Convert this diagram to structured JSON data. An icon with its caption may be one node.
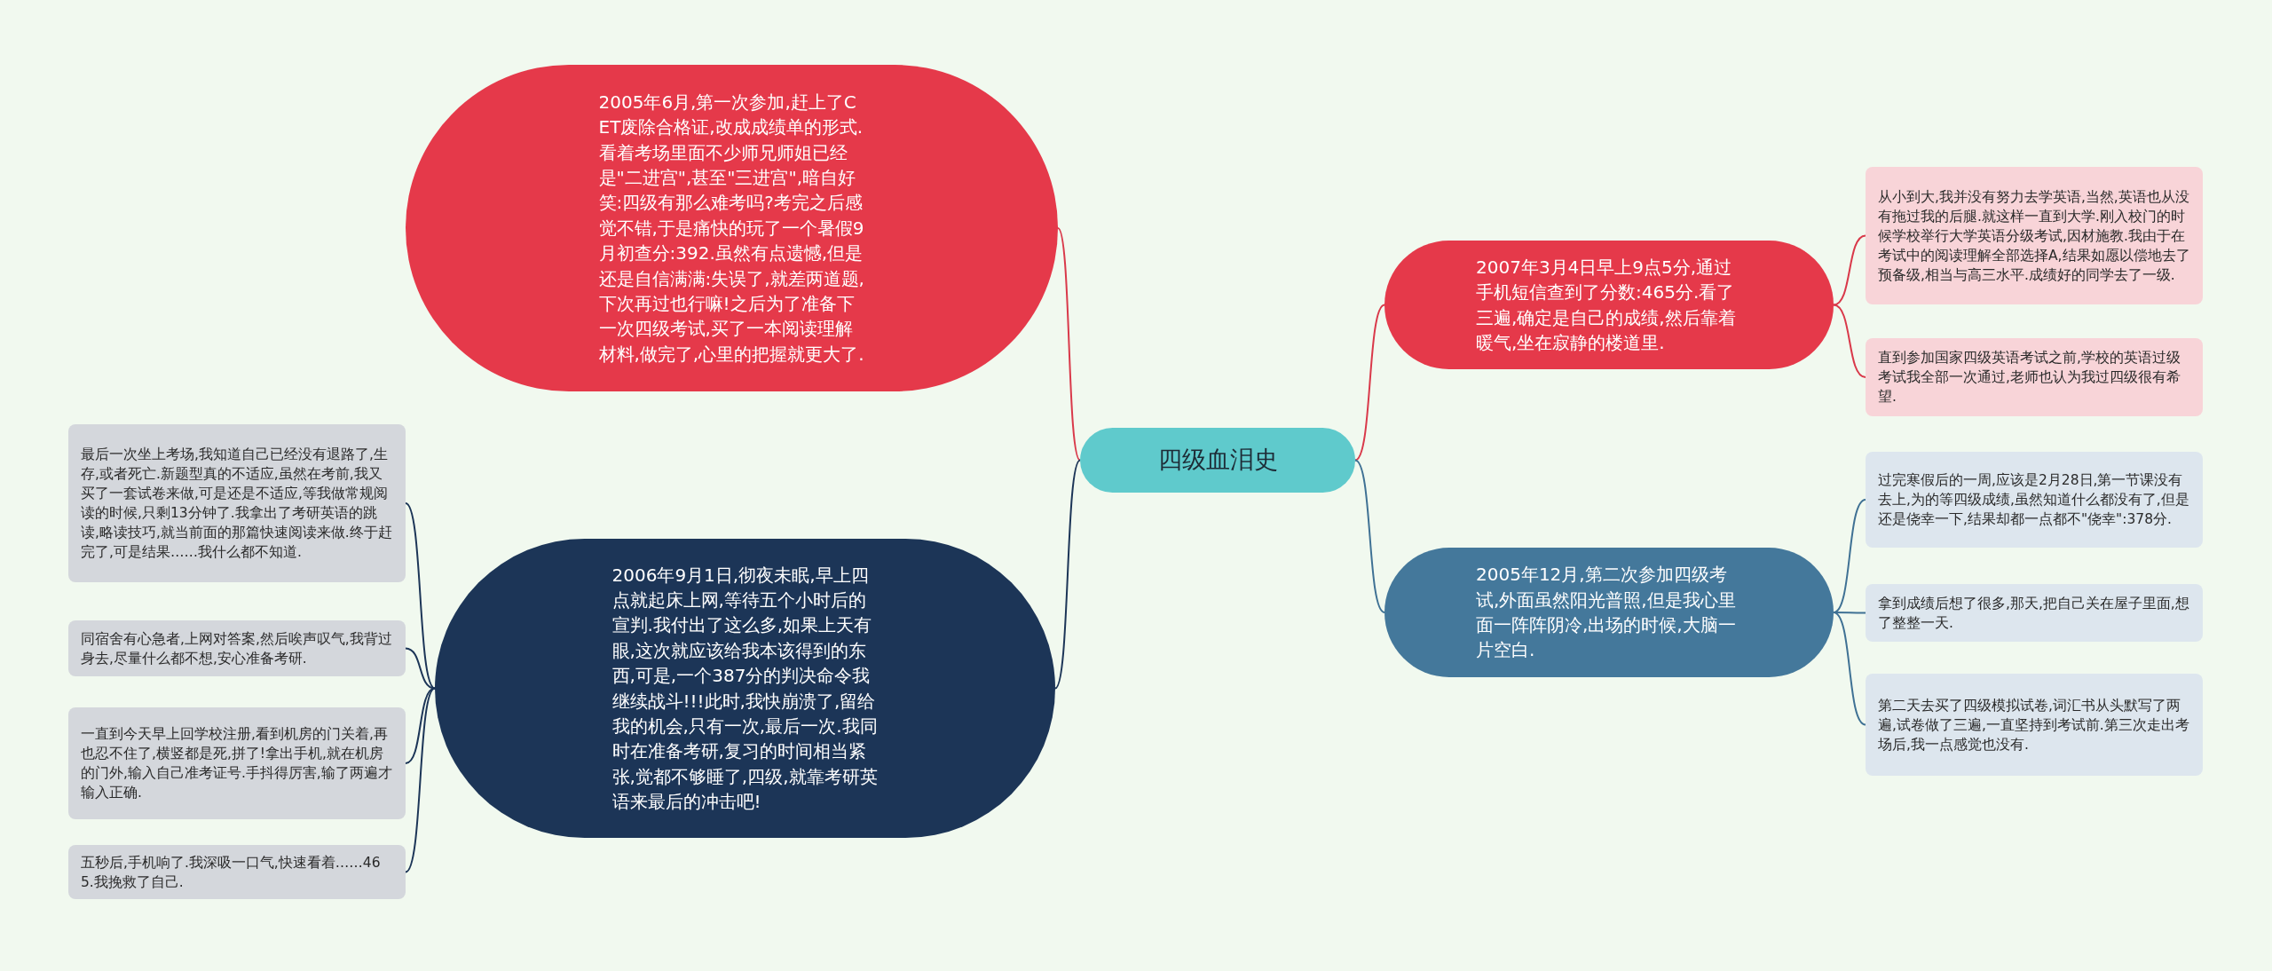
{
  "diagram": {
    "nodes": [
      {
        "text": [
          "四级血泪史"
        ]
      },
      {
        "text": [
          "2005年6月,第一次参加,赶上了CET废除合格证,改成成绩单的形式.看着考场里面不少师兄师姐已经是\"二进宫\",甚至\"三进宫\",暗自好笑:四级有那么难考吗?考完之后感觉不错,于是痛快的玩了一个暑假9月初查分:392.虽然有点遗憾,但是还是自信满满:失误了,就差两道题,下次再过也行嘛!之后为了准备下一次四级考试,买了一本阅读理解材料,做完了,心里的把握就更大了."
        ]
      },
      {
        "text": [
          "2006年9月1日,彻夜未眠,早上四点就起床上网,等待五个小时后的宣判.我付出了这么多,如果上天有眼,这次就应该给我本该得到的东西,可是,一个387分的判决命令我继续战斗!!!此时,我快崩溃了,留给我的机会,只有一次,最后一次.我同时在准备考研,复习的时间相当紧张,觉都不够睡了,四级,就靠考研英语来最后的冲击吧!"
        ]
      },
      {
        "text": [
          "最后一次坐上考场,我知道自己已经没有退路了,生存,或者死亡.新题型真的不适应,虽然在考前,我又买了一套试卷来做,可是还是不适应,等我做常规阅读的时候,只剩13分钟了.我拿出了考研英语的跳读,略读技巧,就当前面的那篇快速阅读来做.终于赶完了,可是结果……我什么都不知道."
        ]
      },
      {
        "text": [
          "同宿舍有心急者,上网对答案,然后唉声叹气,我背过身去,尽量什么都不想,安心准备考研."
        ]
      },
      {
        "text": [
          "一直到今天早上回学校注册,看到机房的门关着,再也忍不住了,横竖都是死,拼了!拿出手机,就在机房的门外,输入自己准考证号.手抖得厉害,输了两遍才输入正确."
        ]
      },
      {
        "text": [
          "五秒后,手机响了.我深吸一口气,快速看着……465.我挽救了自己."
        ]
      },
      {
        "text": [
          "2007年3月4日早上9点5分,通过手机短信查到了分数:465分.看了三遍,确定是自己的成绩,然后靠着暖气,坐在寂静的楼道里."
        ]
      },
      {
        "text": [
          "从小到大,我并没有努力去学英语,当然,英语也从没有拖过我的后腿.就这样一直到大学.刚入校门的时候学校举行大学英语分级考试,因材施教.我由于在考试中的阅读理解全部选择A,结果如愿以偿地去了预备级,相当与高三水平.成绩好的同学去了一级."
        ]
      },
      {
        "text": [
          "直到参加国家四级英语考试之前,学校的英语过级考试我全部一次通过,老师也认为我过四级很有希望."
        ]
      },
      {
        "text": [
          "2005年12月,第二次参加四级考试,外面虽然阳光普照,但是我心里面一阵阵阴冷,出场的时候,大脑一片空白."
        ]
      },
      {
        "text": [
          "过完寒假后的一周,应该是2月28日,第一节课没有去上,为的等四级成绩,虽然知道什么都没有了,但是还是侥幸一下,结果却都一点都不\"侥幸\":378分."
        ]
      },
      {
        "text": [
          "拿到成绩后想了很多,那天,把自己关在屋子里面,想了整整一天."
        ]
      },
      {
        "text": [
          "第二天去买了四级模拟试卷,词汇书从头默写了两遍,试卷做了三遍,一直坚持到考试前.第三次走出考场后,我一点感觉也没有."
        ]
      }
    ],
    "edges": [
      {
        "from": 0,
        "to": 1,
        "arrow": "none",
        "color": "#d9394a"
      },
      {
        "from": 0,
        "to": 2,
        "arrow": "none",
        "color": "#1c3557"
      },
      {
        "from": 2,
        "to": 3,
        "arrow": "none",
        "color": "#1c3557"
      },
      {
        "from": 2,
        "to": 4,
        "arrow": "none",
        "color": "#1c3557"
      },
      {
        "from": 2,
        "to": 5,
        "arrow": "none",
        "color": "#1c3557"
      },
      {
        "from": 2,
        "to": 6,
        "arrow": "none",
        "color": "#1c3557"
      },
      {
        "from": 0,
        "to": 7,
        "arrow": "none",
        "color": "#d9394a"
      },
      {
        "from": 7,
        "to": 8,
        "arrow": "none",
        "color": "#d9394a"
      },
      {
        "from": 7,
        "to": 9,
        "arrow": "none",
        "color": "#d9394a"
      },
      {
        "from": 0,
        "to": 10,
        "arrow": "none",
        "color": "#3f7194"
      },
      {
        "from": 10,
        "to": 11,
        "arrow": "none",
        "color": "#3f7194"
      },
      {
        "from": 10,
        "to": 12,
        "arrow": "none",
        "color": "#3f7194"
      },
      {
        "from": 10,
        "to": 13,
        "arrow": "none",
        "color": "#3f7194"
      }
    ]
  }
}
